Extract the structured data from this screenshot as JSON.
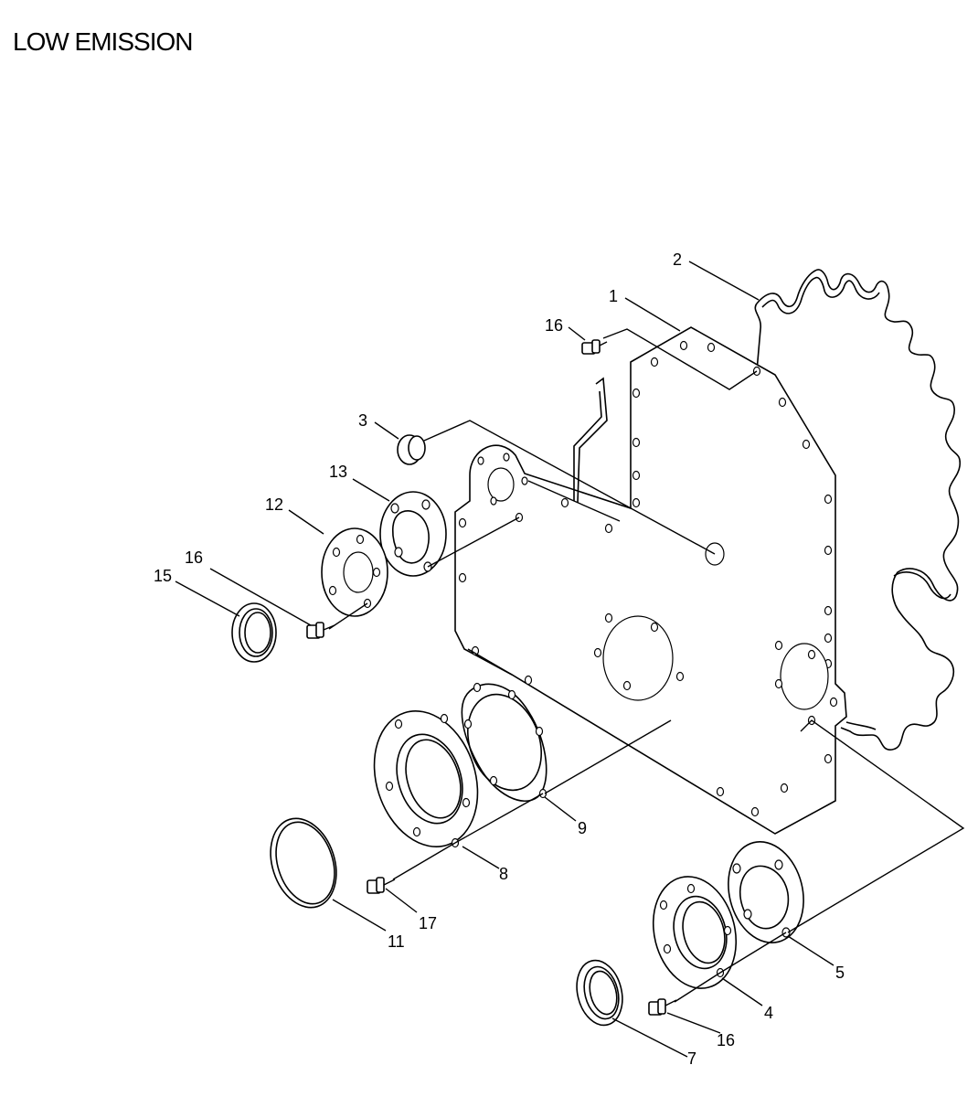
{
  "title": "LOW EMISSION",
  "callouts": {
    "c1": "1",
    "c2": "2",
    "c3": "3",
    "c4": "4",
    "c5": "5",
    "c7": "7",
    "c8": "8",
    "c9": "9",
    "c11": "11",
    "c12": "12",
    "c13": "13",
    "c15": "15",
    "c16a": "16",
    "c16b": "16",
    "c16c": "16",
    "c17": "17"
  }
}
